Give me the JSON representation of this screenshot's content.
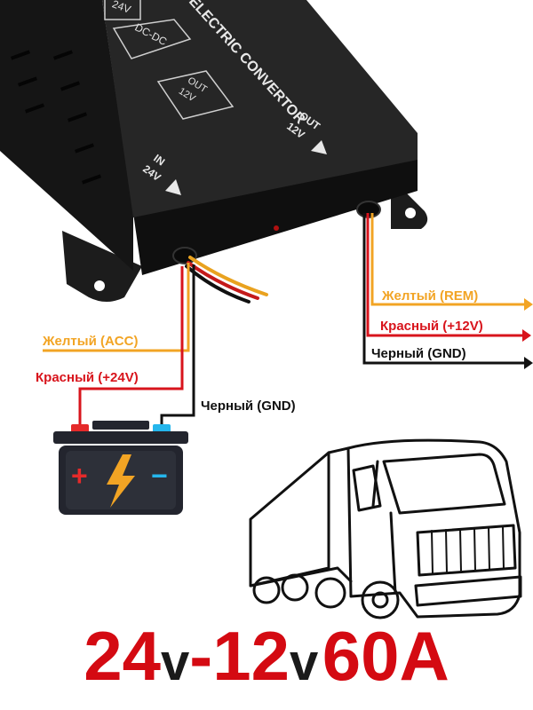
{
  "device": {
    "title": "ELECTRIC CONVERTOR",
    "block_top_label": "24V",
    "block_middle_label": "DC-DC",
    "block_out_line1": "OUT",
    "block_out_line2": "12V",
    "in_line1": "IN",
    "in_line2": "24V",
    "out_line1": "OUT",
    "out_line2": "12V"
  },
  "wires_input": {
    "yellow_label": "Желтый (ACC)",
    "red_label": "Красный (+24V)",
    "black_label": "Черный (GND)"
  },
  "wires_output": {
    "yellow_label": "Желтый (REM)",
    "red_label": "Красный (+12V)",
    "black_label": "Черный (GND)"
  },
  "battery": {
    "plus_symbol": "+",
    "minus_symbol": "−",
    "icon": "battery-icon"
  },
  "truck": {
    "icon": "truck-outline-icon"
  },
  "headline": {
    "in_value": "24",
    "unit1": "v",
    "dash": "-",
    "out_value": "12",
    "unit2": "v",
    "current": "60A"
  },
  "colors": {
    "yellow_wire": "#f2a424",
    "red_wire": "#d8141c",
    "black_wire": "#111111",
    "device_body": "#1e1e1e",
    "headline_red": "#d40a12",
    "battery_body": "#23252e",
    "bolt": "#f2a424",
    "minus_blue": "#25b6ec",
    "plus_red": "#e52a2a"
  }
}
